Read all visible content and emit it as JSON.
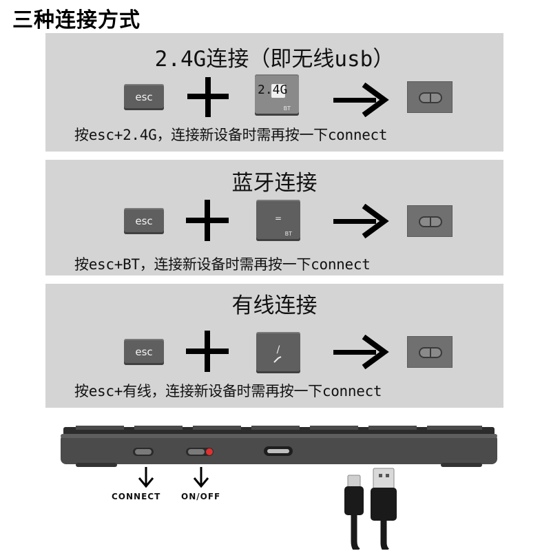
{
  "title": "三种连接方式",
  "panels": [
    {
      "title": "2.4G连接（即无线usb）",
      "key_esc": "esc",
      "key_mode_label": "2.4G",
      "key_mode_sub": "BT",
      "caption": "按esc+2.4G，连接新设备时需再按一下connect"
    },
    {
      "title": "蓝牙连接",
      "key_esc": "esc",
      "key_mode_label": "=",
      "key_mode_sub": "BT",
      "caption": "按esc+BT，连接新设备时需再按一下connect"
    },
    {
      "title": "有线连接",
      "key_esc": "esc",
      "key_mode_label": "/",
      "key_mode_sub": "",
      "caption": "按esc+有线，连接新设备时需再按一下connect"
    }
  ],
  "device": {
    "connect_label": "CONNECT",
    "onoff_label": "ON/OFF"
  },
  "colors": {
    "panel_bg": "#d4d4d4",
    "key_bg": "#5f5f5f",
    "switch_red": "#e03030"
  },
  "icons": [
    "plus-icon",
    "arrow-right-icon",
    "switch-icon",
    "down-arrow-icon",
    "usb-cable-icon",
    "usb-c-port-icon"
  ]
}
